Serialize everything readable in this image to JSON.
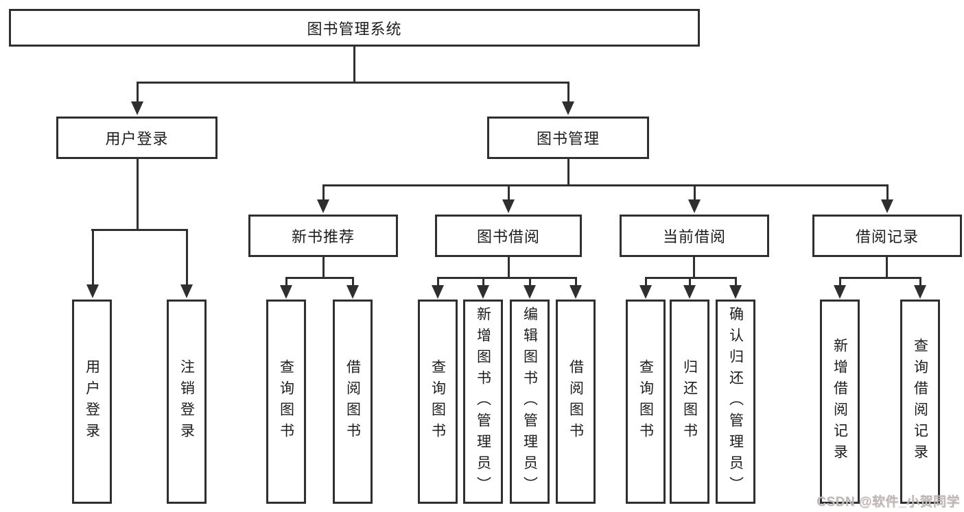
{
  "colors": {
    "line": "#2f2f2f",
    "text": "#1d1d1d",
    "watermark": "#b9b9b9",
    "bg": "#ffffff"
  },
  "watermark": {
    "text": "CSDN @软件_小贺同学"
  },
  "tree": {
    "label": "图书管理系统",
    "children": [
      {
        "label": "用户登录",
        "children": [
          {
            "label": "用户登录"
          },
          {
            "label": "注销登录"
          }
        ]
      },
      {
        "label": "图书管理",
        "children": [
          {
            "label": "新书推荐",
            "children": [
              {
                "label": "查询图书"
              },
              {
                "label": "借阅图书"
              }
            ]
          },
          {
            "label": "图书借阅",
            "children": [
              {
                "label": "查询图书"
              },
              {
                "label": "新增图书（管理员）"
              },
              {
                "label": "编辑图书（管理员）"
              },
              {
                "label": "借阅图书"
              }
            ]
          },
          {
            "label": "当前借阅",
            "children": [
              {
                "label": "查询图书"
              },
              {
                "label": "归还图书"
              },
              {
                "label": "确认归还（管理员）"
              }
            ]
          },
          {
            "label": "借阅记录",
            "children": [
              {
                "label": "新增借阅记录"
              },
              {
                "label": "查询借阅记录"
              }
            ]
          }
        ]
      }
    ]
  }
}
